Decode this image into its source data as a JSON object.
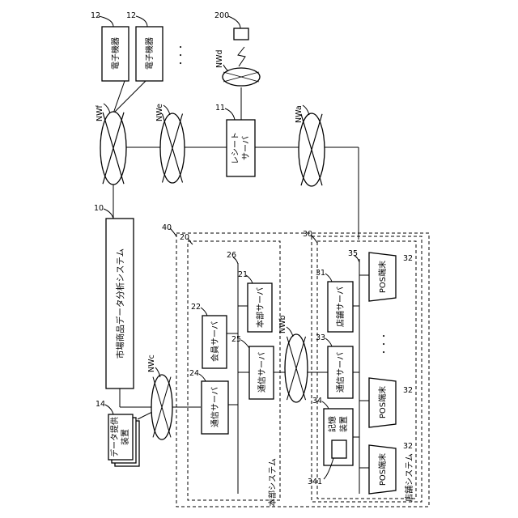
{
  "labels": {
    "market_system": "市場商品データ分析システム",
    "market_system_ref": "10",
    "register_server_line1": "レシート",
    "register_server_line2": "サーバ",
    "register_server_ref": "11",
    "device_label": "電子機器",
    "device_ref": "12",
    "ellipsis": "・・・",
    "data_provider_line1": "データ提供",
    "data_provider_line2": "装置",
    "data_provider_ref": "14",
    "terminal_ref": "200",
    "nw_f": "NWf",
    "nw_e": "NWe",
    "nw_a": "NWa",
    "nw_d": "NWd",
    "nw_c": "NWc",
    "nw_b": "NWb",
    "outer_ref": "40",
    "hq_ref": "20",
    "store_ref": "30",
    "hq_label": "本部システム",
    "store_label": "店舗システム",
    "member_server": "会員サーバ",
    "member_server_ref": "22",
    "hq_server": "本部サーバ",
    "hq_server_ref": "21",
    "hq_bus_ref": "26",
    "hq_comm_server": "通信サーバ",
    "hq_comm_server_ref": "25",
    "hq_comm_left": "通信サーバ",
    "hq_comm_left_ref": "24",
    "store_server": "店舗サーバ",
    "store_server_ref": "31",
    "store_comm_server": "通信サーバ",
    "store_comm_server_ref": "33",
    "storage_line1": "記憶",
    "storage_line2": "装置",
    "storage_ref": "34",
    "storage_media_ref": "341",
    "store_bus_ref": "35",
    "pos_label": "POS端末",
    "pos_ref": "32",
    "vdots": "・・・"
  }
}
